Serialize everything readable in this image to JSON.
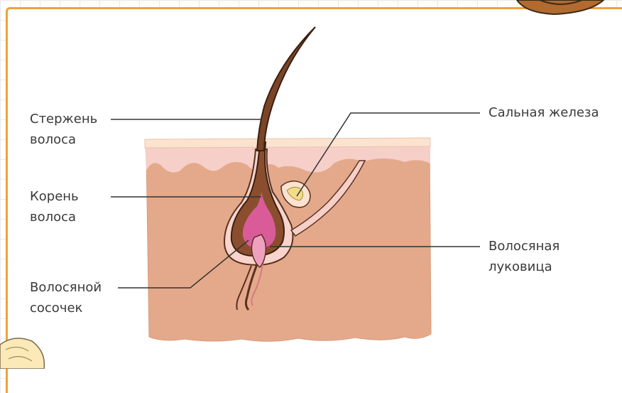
{
  "labels": {
    "shaft": "Стержень\nволоса",
    "root": "Корень\nволоса",
    "papilla": "Волосяной\nсосочек",
    "sebaceous_gland": "Сальная железа",
    "bulb": "Волосяная\nлуковица"
  },
  "colors": {
    "frame": "#f0a23a",
    "dermis": "#e4a98b",
    "epidermis": "#f6cfc8",
    "skin_top": "#fbe3d0",
    "hair": "#7a4528",
    "bulb_inner": "#d95b98",
    "leader_line": "#333333"
  }
}
